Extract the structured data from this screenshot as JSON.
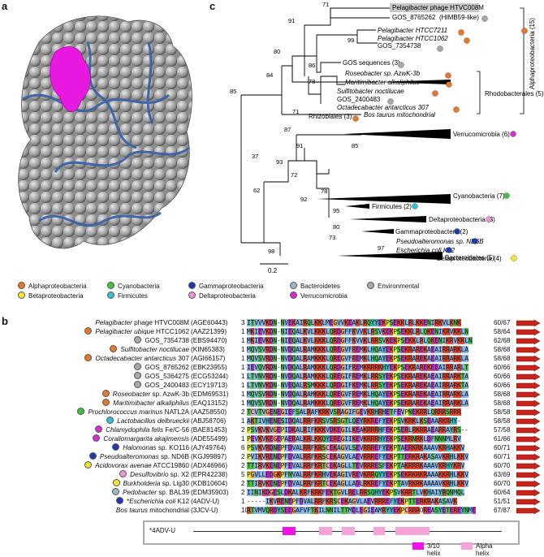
{
  "panels": {
    "a": "a",
    "b": "b",
    "c": "c"
  },
  "tree": {
    "taxa": {
      "phage": "Pelagibacter phage HTVC008M",
      "gos_8765262": "GOS_8765262",
      "himb59": "(HIMB59-like)",
      "htcc7211": "Pelagibacter HTCC7211",
      "htcc1062": "Pelagibacter HTCC1062",
      "gos_7354738": "GOS_7354738",
      "gos_seq": "GOS sequences (3)",
      "roseobacter": "Roseobacter sp. AzwK-3b",
      "maritimi": "Maritimibacter alkaliphilus",
      "sulfito": "Sulfitobacter noctilucae",
      "gos_2400483": "GOS_2400483",
      "octade": "Octadecabacter antarcticus 307",
      "rhizobiales": "Rhizobiales (3)",
      "bos": "Bos taurus mitochondrial",
      "verruco": "Verrucomicrobia (6)",
      "cyano": "Cyanobacteria (7)",
      "firmi": "Firmicutes (2)",
      "delta": "Deltaproteobacteria (3)",
      "gamma": "Gammaproteobacteria(2)",
      "pseudo": "Pseudoalteromonas sp. ND6B",
      "ecoli": "Escherichia coli K12",
      "beta": "Betaproteobacteria (4)",
      "bacteroidetes": "Bacteroidetes (5)"
    },
    "bootstraps": {
      "b71": "71",
      "b91": "91",
      "b99": "99",
      "b86": "86",
      "b80": "80",
      "b84": "84",
      "b78": "78",
      "b85": "85",
      "b71b": "71",
      "b87": "87",
      "b91b": "91",
      "b85b": "85",
      "b37": "37",
      "b93": "93",
      "b72": "72",
      "b62": "62",
      "b78b": "78",
      "b92": "92",
      "b95": "95",
      "b80b": "80",
      "b73": "73",
      "b97": "97",
      "b98": "98"
    },
    "groups": {
      "rhodo": "Rhodobacterales (5)",
      "alpha": "Alphaproteobacteria (15)"
    },
    "scale": "0.2"
  },
  "legend": [
    {
      "label": "Alphaproteobacteria",
      "color": "#e8772e"
    },
    {
      "label": "Betaproteobacteria",
      "color": "#f3e633"
    },
    {
      "label": "Cyanobacteria",
      "color": "#3ec43e"
    },
    {
      "label": "Firmicutes",
      "color": "#33c0d8"
    },
    {
      "label": "Gammaproteobacteria",
      "color": "#1d3bb0"
    },
    {
      "label": "Deltaproteobacteria",
      "color": "#e89ad0"
    },
    {
      "label": "Bacteroidetes",
      "color": "#9ab8c8"
    },
    {
      "label": "Verrucomicrobia",
      "color": "#d62bd6"
    },
    {
      "label": "Environmental",
      "color": "#a8a8a8"
    }
  ],
  "alignment": [
    {
      "org": "Pelagibacter phage HTVC008M",
      "italic": "Pelagibacter",
      "acc": "(AGE60443)",
      "num": "3",
      "seq": "ITVVVKDN-NVEKAIRQLKKLMEGVVKEAKLRQYYEKPSEKKLRLKKENIRKVLKNK",
      "ratio": "60/67",
      "dot": ""
    },
    {
      "org": "Pelagibacter ubique HTCC1062",
      "italic": "Pelagibacter ubique",
      "acc": "(AAZ21399)",
      "num": "1",
      "seq": "MKIEVKDN-NIEQALKVLKKKLQRDGFFKVVKLRSVKEKPSEKKLRLQKENIKRVKKLN",
      "ratio": "58/64",
      "dot": "#e8772e"
    },
    {
      "org": "GOS_7354738",
      "italic": "",
      "acc": "(EBS94470)",
      "num": "1",
      "seq": "MKIEVKDN-NIEQALKVLKKKLQRDGFFKVVKLRRSVKEKPSEKKLRLQKENIKRVKKLN",
      "ratio": "62/68",
      "dot": "#a8a8a8"
    },
    {
      "org": "Sulfitobacter noctilucae",
      "italic": "Sulfitobacter noctilucae",
      "acc": "(KIN65383)",
      "num": "1",
      "seq": "MQVSVRDN-NVDQALRAMKKKLQREGVFREMKLHQAYEKPSEKRAREKAEAIRRARKLA",
      "ratio": "58/68",
      "dot": "#e8772e"
    },
    {
      "org": "Octadecabacter antarcticus 307",
      "italic": "Octadecabacter antarcticus",
      "acc": "(AGI66157)",
      "num": "1",
      "seq": "MQVSVRDN-NVDQALRAMKKKLQREGVFREMKLHQAYEKPSEKRAREKAEAIRRARKLA",
      "ratio": "58/68",
      "dot": "#e8772e"
    },
    {
      "org": "GOS_8765262",
      "italic": "",
      "acc": "(EBK23955)",
      "num": "1",
      "seq": "IEVQVRDN-NVDQALRAMKKKLQRDGIFREMKRRRKHYEKPSEKRAREKEEAIRRARLT",
      "ratio": "60/66",
      "dot": "#a8a8a8"
    },
    {
      "org": "GOS_5364275",
      "italic": "",
      "acc": "(ECG53244)",
      "num": "1",
      "seq": "LTVNVRDN-NVDQALRAMKKKLQREGIFREMKLRRSYEKPSEKRAREKAEAIRRARKTA",
      "ratio": "60/66",
      "dot": "#a8a8a8"
    },
    {
      "org": "GOS_2400483",
      "italic": "",
      "acc": "(ECY19713)",
      "num": "1",
      "seq": "LTVNVKDN-NVEQALRSMKKKLQRDGIFKEMKLRRSYEKPSEKRAREKAEAIRRARKTA",
      "ratio": "60/66",
      "dot": "#a8a8a8"
    },
    {
      "org": "Roseobacter sp. AzwK-3b",
      "italic": "Roseobacter",
      "acc": "(EDM69531)",
      "num": "1",
      "seq": "MQVSVRDN-NVDQALRAMKKKLQREGVFREMKLHQAYEKPSEKRAREKAEAIRRARKLA",
      "ratio": "58/68",
      "dot": "#e8772e"
    },
    {
      "org": "Maritimibacter alkaliphilus",
      "italic": "Maritimibacter alkaliphilus",
      "acc": "(EAQ13152)",
      "num": "1",
      "seq": "MQVSVRDN-NVDQALRAMKKKLQREGVFREMKLHQAYEKPSEKRAREKAEAIRRARKLA",
      "ratio": "58/68",
      "dot": "#e8772e"
    },
    {
      "org": "Prochlorococcus marinus NATL2A",
      "italic": "Prochlorococcus marinus",
      "acc": "(AAZ58550)",
      "num": "2",
      "seq": "TCVTVGENEGIEFSALRAFKRKVSRAGIFGEVKRHRHETFEVPNEKRRLQRRRSRRR",
      "ratio": "58/58",
      "dot": "#3ec43e"
    },
    {
      "org": "Lactobacillus delbrueckii",
      "italic": "Lactobacillus delbrueckii",
      "acc": "(ABJ58706)",
      "num": "1",
      "seq": "AKTIVHENESIDQALRRFKRSVSRSGTLQEYRKREFYEKPSVKRKLKSEAARKRHY-",
      "ratio": "58/58",
      "dot": "#33c0d8"
    },
    {
      "org": "Chlamydophila felis Fe/C-56",
      "italic": "Chlamydophila felis",
      "acc": "(BAE81453)",
      "num": "2",
      "seq": "PSVKVKVGEPIDKALRIFKKKVDKEGILKEAKRRRHFEKPSERLRKRRAEARRAYRS--",
      "ratio": "57/58",
      "dot": "#d62bd6"
    },
    {
      "org": "Coraliomargarita akajimensis",
      "italic": "Coraliomargarita akajimensis",
      "acc": "(ADE55499)",
      "num": "1",
      "seq": "PEVKVKEGEPAERALKRLKKQYEREGIIKEVKRRRHYEKPSEKRNRKLDFNNNMLRV",
      "ratio": "61/66",
      "dot": "#d62bd6"
    },
    {
      "org": "Halomonas sp. KO116",
      "italic": "Halomonas",
      "acc": "(AJY49764)",
      "num": "6",
      "seq": "PSVKVRDNEPFDVALRRFKRSCEKAGVLSEVRRREFYEKPTAERKRKAAAVKRHAKKV",
      "ratio": "60/71",
      "dot": "#1d3bb0"
    },
    {
      "org": "Pseudoalteromonas sp. ND6B",
      "italic": "Pseudoalteromonas",
      "acc": "(KGJ99897)",
      "num": "2",
      "seq": "PVIKVRENEPFDVALRRFKRSCEKAGVLAEVRRREFYEKPTTERKRAKASAVKRHLKKV",
      "ratio": "60/71",
      "dot": "#1d3bb0"
    },
    {
      "org": "Acidovorax avenae ATCC19860",
      "italic": "Acidovorax avenae",
      "acc": "(ADX46966)",
      "num": "2",
      "seq": "TTIRVKENEPFEVALRRFKRTCEKAGLLTEVRRRESFEKPTAKRRRKAAAVKRHYKRV",
      "ratio": "60/70",
      "dot": "#f3e633"
    },
    {
      "org": "Desulfovibrio sp. X2",
      "italic": "Desulfovibrio",
      "acc": "(EPR42238)",
      "num": "5",
      "seq": "PGVLLEDGKPFNVALRRFKRHVEKAGIVREVKRRQYYEKPSEKRKRKRAAAKKRHLKKV",
      "ratio": "63/69",
      "dot": "#e89ad0"
    },
    {
      "org": "Burkholderia sp. Lig30",
      "italic": "Burkholderia",
      "acc": "(KDB10604)",
      "num": "2",
      "seq": "TTIRVKENEPFDVALRRFKRTCEKAGLLADLRKREFYEKPTAVRKRKAAAAVKRHLKKV",
      "ratio": "60/70",
      "dot": "#f3e633"
    },
    {
      "org": "Pedobacter sp. BAL39",
      "italic": "Pedobacter",
      "acc": "(EDM35903)",
      "num": "2",
      "seq": "IINIKDGESLDKALKRFKRKFEKTGVLRELRRSQHYEKPSVKRRTLVKHAIYRQNMQL",
      "ratio": "60/64",
      "dot": "#9ab8c8"
    },
    {
      "org": "*Escherichia coli K12",
      "italic": "Escherichia coli",
      "acc": "(4ADV-U)",
      "num": "1",
      "seq": "-----IKVRENEPFDVALRRFKRSCEKAGVLAEVRRREFYEKPTTERKRAKASAVK",
      "ratio": "51/51",
      "dot": "#1d3bb0"
    },
    {
      "org": "Bos taurus mitochondrial",
      "italic": "Bos taurus",
      "acc": "(3JCV-U)",
      "num": "10",
      "seq": "RTVMVQRDYSEEGAFVFTKILNNILTTMDLEGIEAMRYYEKPCRRROREASYETEREYNME",
      "ratio": "67/87",
      "dot": ""
    }
  ],
  "domain": {
    "label": "*4ADV-U"
  },
  "domain_legend": {
    "helix310": "3/10",
    "helix310b": "helix",
    "alpha": "Alpha",
    "alphab": "helix",
    "c310": "#f013e8",
    "calpha": "#f5a3d8"
  }
}
